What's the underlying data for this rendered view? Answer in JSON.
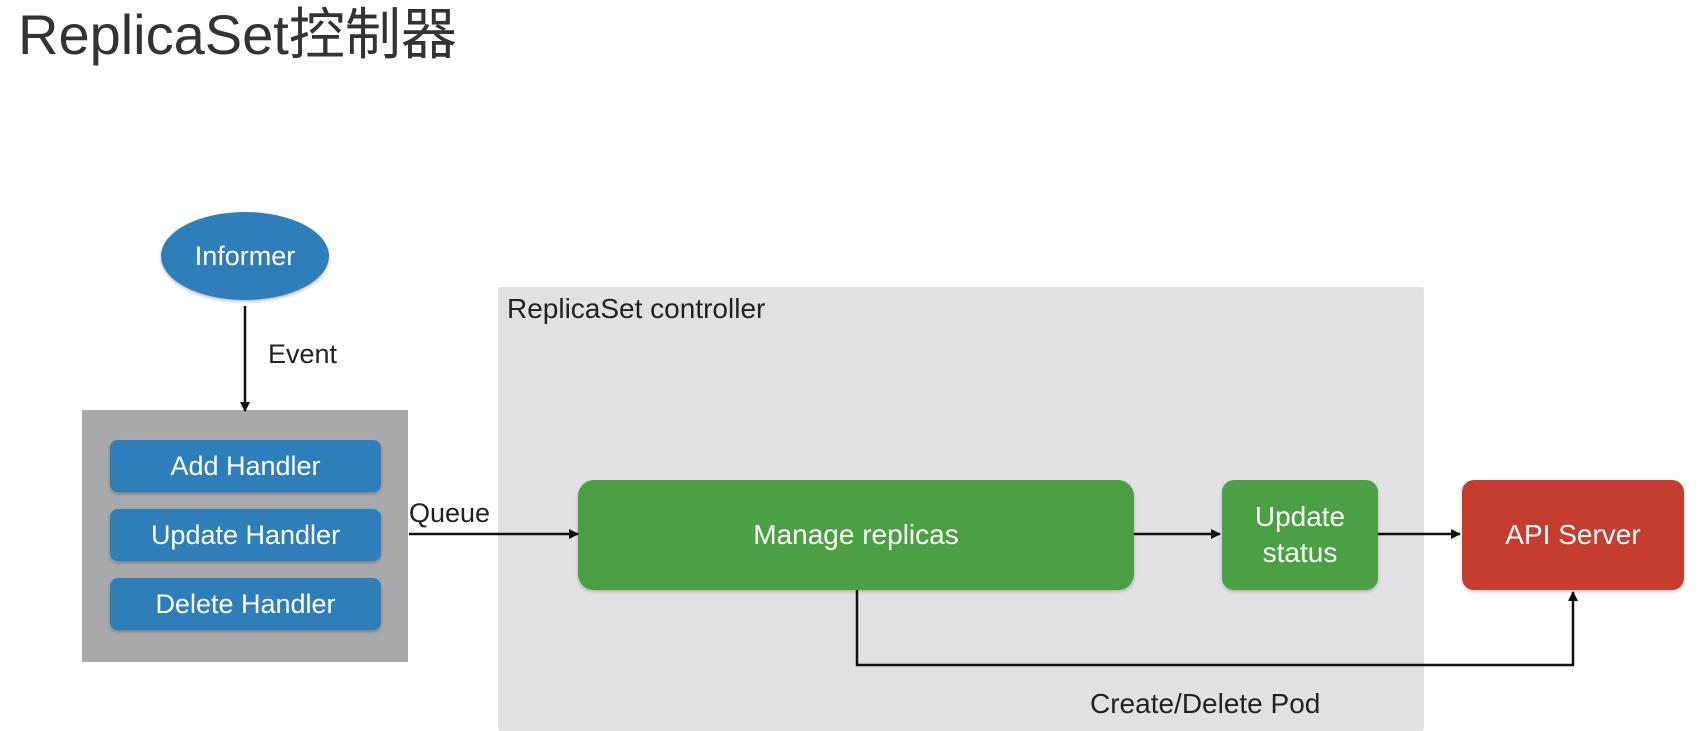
{
  "title": "ReplicaSet控制器",
  "controller": {
    "label": "ReplicaSet controller"
  },
  "informer": {
    "label": "Informer"
  },
  "event_label": "Event",
  "handlers": [
    {
      "label": "Add Handler"
    },
    {
      "label": "Update Handler"
    },
    {
      "label": "Delete Handler"
    }
  ],
  "queue_label": "Queue",
  "manage_replicas": {
    "label": "Manage replicas"
  },
  "update_status": {
    "label": "Update\nstatus"
  },
  "api_server": {
    "label": "API Server"
  },
  "create_delete_label": "Create/Delete Pod",
  "colors": {
    "blue": "#2e7fb9",
    "green": "#4aa043",
    "red": "#c43d2f",
    "handler_panel": "#a7a9ab",
    "controller_area": "#e1e1e4"
  }
}
